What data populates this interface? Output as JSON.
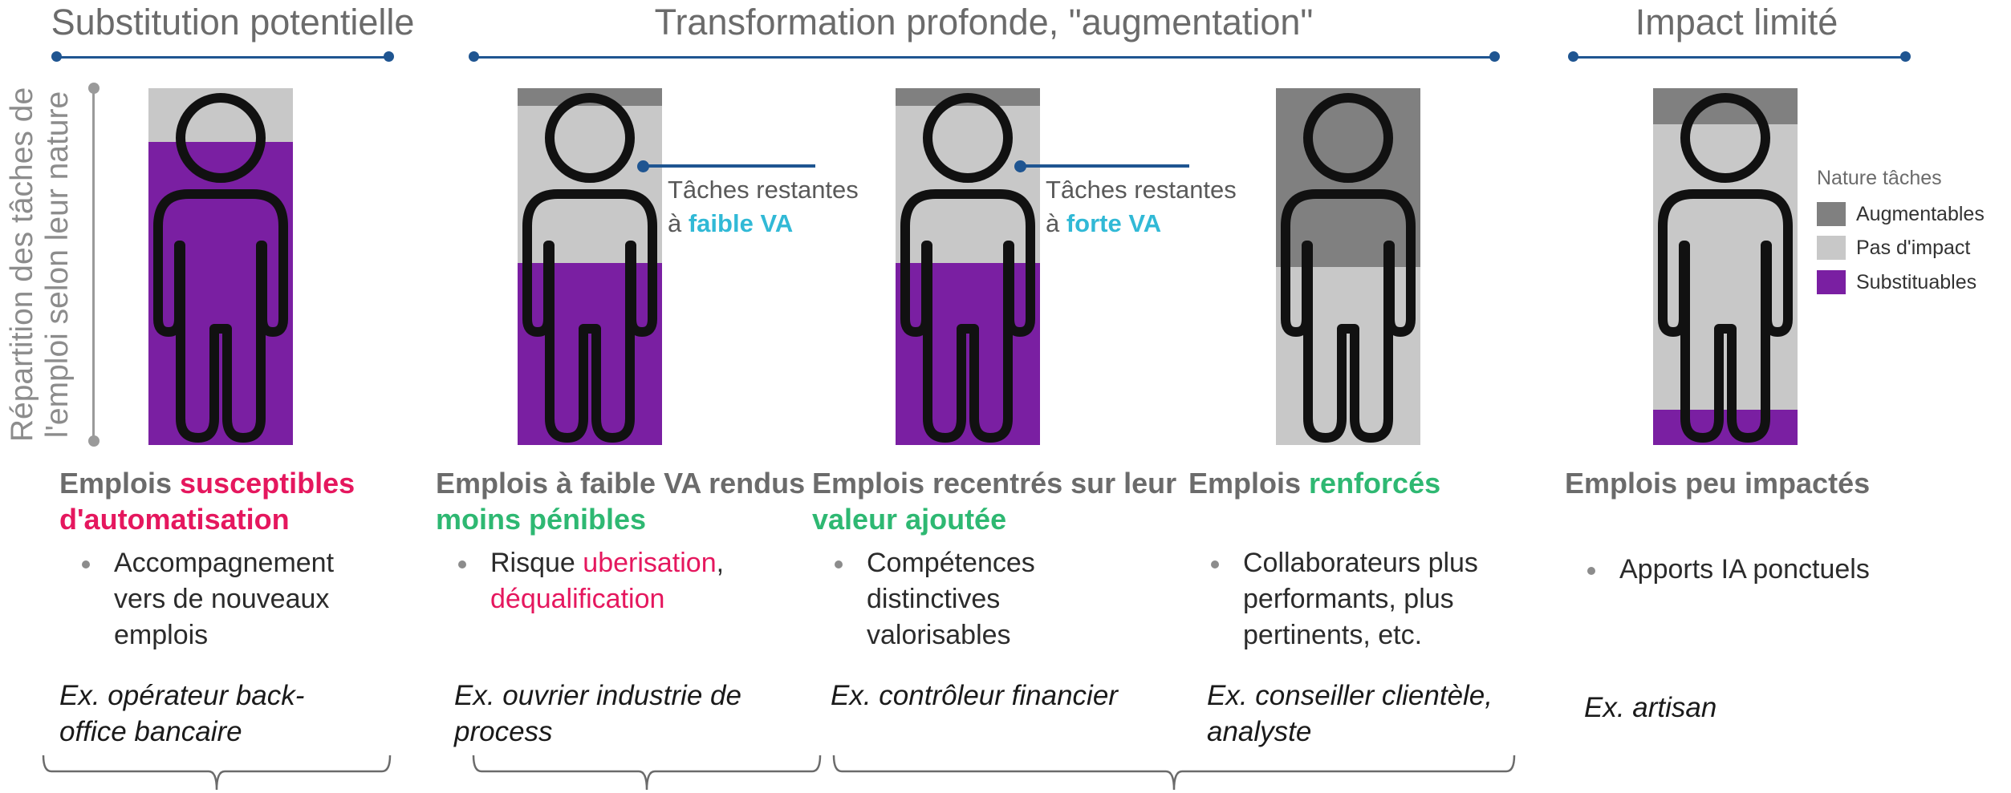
{
  "groups": [
    {
      "title": "Substitution potentielle"
    },
    {
      "title": "Transformation profonde, \"augmentation\""
    },
    {
      "title": "Impact limité"
    }
  ],
  "yaxis_label": [
    "Répartition des tâches de",
    "l'emploi selon leur nature"
  ],
  "legend": {
    "title": "Nature tâches",
    "items": [
      {
        "label": "Augmentables",
        "color": "#808080"
      },
      {
        "label": "Pas d'impact",
        "color": "#c8c8c8"
      },
      {
        "label": "Substituables",
        "color": "#7a1fa2"
      }
    ]
  },
  "callouts": [
    {
      "text": "Tâches restantes",
      "prefix": "à ",
      "highlight": "faible VA"
    },
    {
      "text": "Tâches restantes",
      "prefix": "à ",
      "highlight": "forte VA"
    }
  ],
  "chart_data": {
    "type": "bar",
    "stacked": true,
    "categories": [
      "Emplois susceptibles d'automatisation",
      "Emplois à faible VA rendus moins pénibles",
      "Emplois recentrés sur leur valeur ajoutée",
      "Emplois renforcés",
      "Emplois peu impactés"
    ],
    "series": [
      {
        "name": "Substituables",
        "color": "#7a1fa2",
        "values": [
          85,
          51,
          51,
          0,
          10
        ]
      },
      {
        "name": "Pas d'impact",
        "color": "#c8c8c8",
        "values": [
          15,
          44,
          44,
          50,
          80
        ]
      },
      {
        "name": "Augmentables",
        "color": "#808080",
        "values": [
          0,
          5,
          5,
          50,
          10
        ]
      }
    ],
    "ylim": [
      0,
      100
    ]
  },
  "columns": [
    {
      "title_parts": [
        {
          "text": "Emplois ",
          "style": "grey"
        },
        {
          "text": "susceptibles d'automatisation",
          "style": "pink"
        }
      ],
      "bullet_parts": [
        {
          "text": "Accompagnement vers de nouveaux emplois",
          "style": "normal"
        }
      ],
      "example": "Ex. opérateur back-office bancaire"
    },
    {
      "title_parts": [
        {
          "text": "Emplois à faible VA rendus ",
          "style": "grey"
        },
        {
          "text": "moins pénibles",
          "style": "green"
        }
      ],
      "bullet_parts": [
        {
          "text": "Risque ",
          "style": "normal"
        },
        {
          "text": "uberisation",
          "style": "pink"
        },
        {
          "text": ", ",
          "style": "normal"
        },
        {
          "text": "déqualification",
          "style": "pink"
        }
      ],
      "example": "Ex. ouvrier industrie de process"
    },
    {
      "title_parts": [
        {
          "text": "Emplois recentrés sur leur ",
          "style": "grey"
        },
        {
          "text": "valeur ajoutée",
          "style": "green"
        }
      ],
      "bullet_parts": [
        {
          "text": "Compétences distinctives valorisables",
          "style": "normal"
        }
      ],
      "example": "Ex. contrôleur financier"
    },
    {
      "title_parts": [
        {
          "text": "Emplois ",
          "style": "grey"
        },
        {
          "text": "renforcés",
          "style": "green"
        }
      ],
      "bullet_parts": [
        {
          "text": "Collaborateurs plus performants, plus pertinents, etc.",
          "style": "normal"
        }
      ],
      "example": "Ex. conseiller clientèle, analyste"
    },
    {
      "title_parts": [
        {
          "text": "Emplois peu impactés",
          "style": "grey"
        }
      ],
      "bullet_parts": [
        {
          "text": "Apports IA ponctuels",
          "style": "normal"
        }
      ],
      "example": "Ex. artisan"
    }
  ]
}
